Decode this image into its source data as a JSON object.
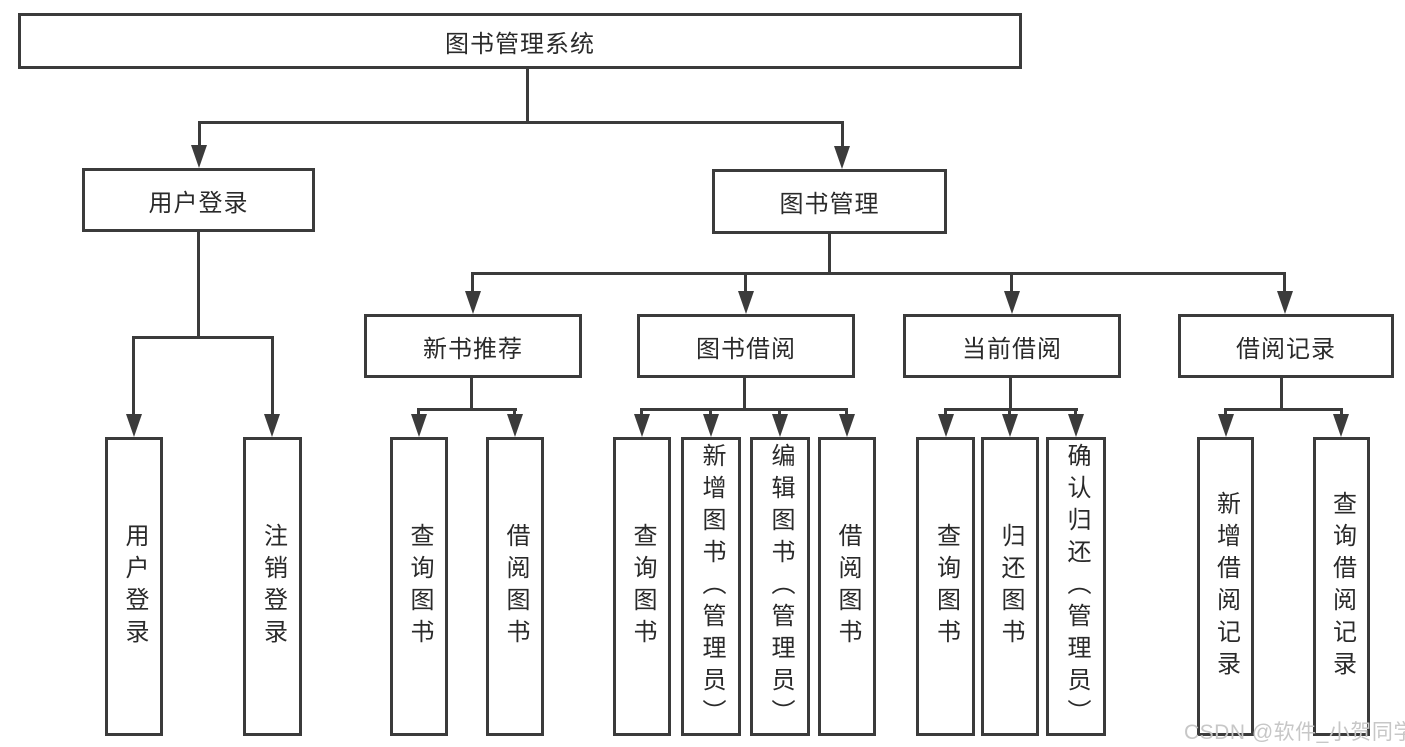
{
  "diagram": {
    "nodes": {
      "root": "图书管理系统",
      "user_login": "用户登录",
      "book_mgmt": "图书管理",
      "new_book_rec": "新书推荐",
      "book_borrow": "图书借阅",
      "current_borrow": "当前借阅",
      "borrow_record": "借阅记录",
      "leaf_user_login": "用户登录",
      "leaf_logout": "注销登录",
      "leaf_nbr_query": "查询图书",
      "leaf_nbr_borrow": "借阅图书",
      "leaf_bb_query": "查询图书",
      "leaf_bb_add": "新增图书（管理员）",
      "leaf_bb_edit": "编辑图书（管理员）",
      "leaf_bb_borrow": "借阅图书",
      "leaf_cb_query": "查询图书",
      "leaf_cb_return": "归还图书",
      "leaf_cb_confirm": "确认归还（管理员）",
      "leaf_br_add": "新增借阅记录",
      "leaf_br_query": "查询借阅记录"
    },
    "colors": {
      "line": "#3b3b3b",
      "box_fill": "#ffffff",
      "text": "#2a2a2a",
      "watermark": "#c7c7c7"
    }
  },
  "watermark": "CSDN @软件_小贺同学"
}
